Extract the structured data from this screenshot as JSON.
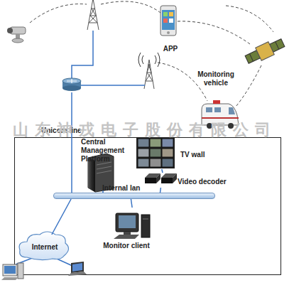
{
  "diagram": {
    "nodes": [
      {
        "text": [
          "APP"
        ]
      },
      {
        "text": [
          "Monitoring vehicle"
        ]
      },
      {
        "text": [
          "Central Management Platform"
        ]
      },
      {
        "text": [
          "TV wall"
        ]
      },
      {
        "text": [
          "Video decoder"
        ]
      },
      {
        "text": [
          "Internal lan"
        ]
      },
      {
        "text": [
          "Monitor client"
        ]
      },
      {
        "text": [
          "Internet"
        ]
      }
    ],
    "edges": [
      {
        "from": 2,
        "to": 5,
        "arrow": "none"
      },
      {
        "from": 3,
        "to": 4,
        "arrow": "none"
      },
      {
        "from": 4,
        "to": 5,
        "arrow": "none"
      },
      {
        "from": 5,
        "to": 6,
        "arrow": "none"
      },
      {
        "from": 5,
        "to": 7,
        "arrow": "none"
      }
    ],
    "labels": [
      "Unicom line",
      "山东神戎电子股份有限公司"
    ]
  }
}
